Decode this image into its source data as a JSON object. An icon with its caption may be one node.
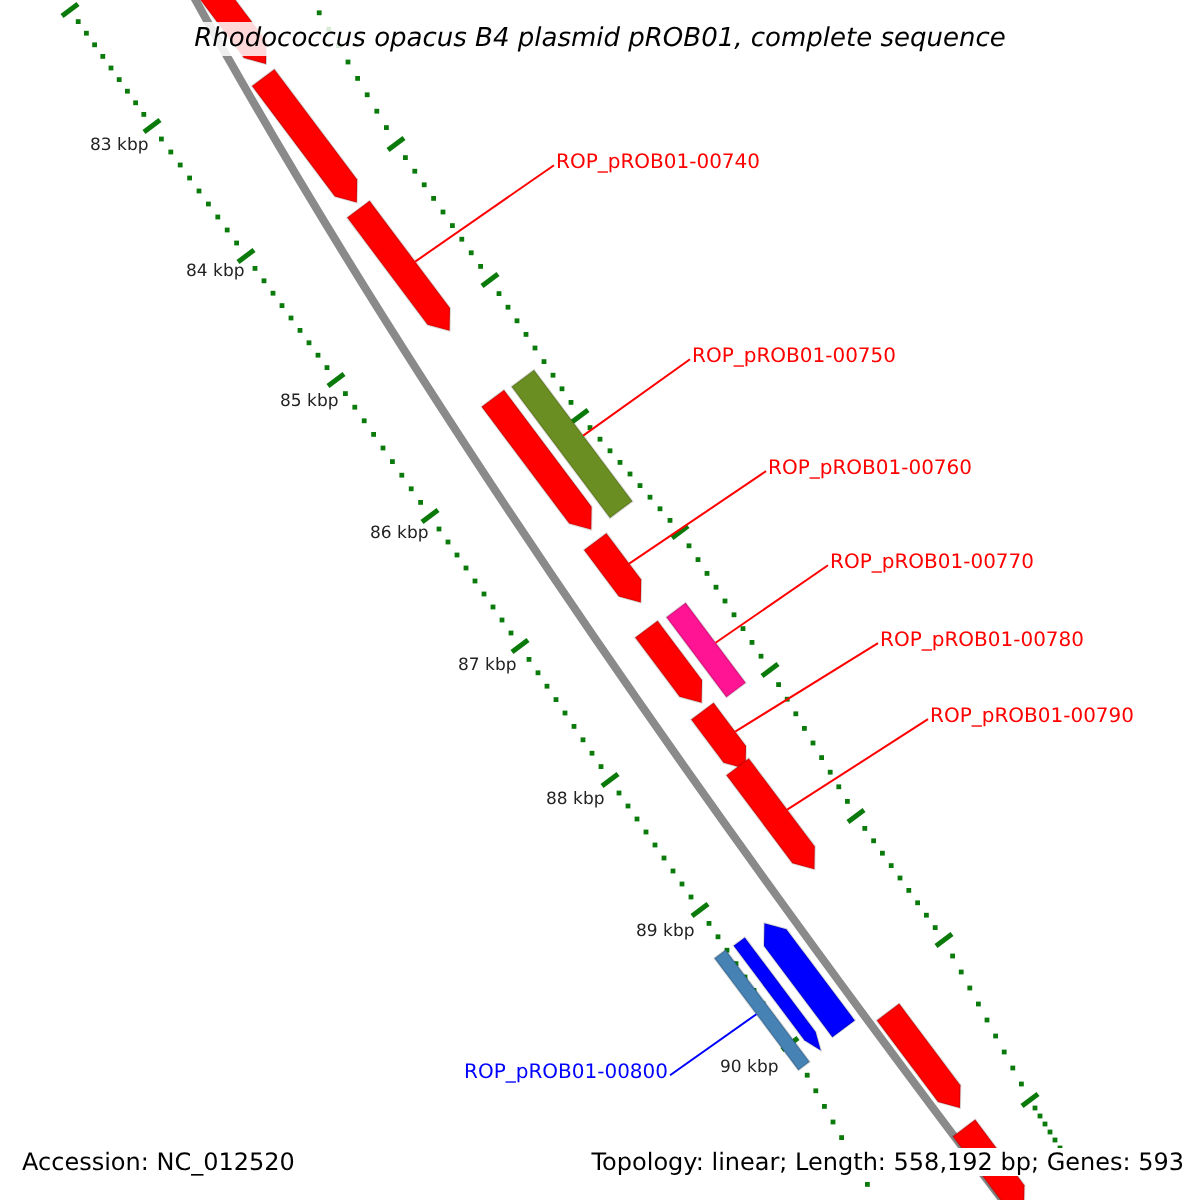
{
  "diagram": {
    "title": "Rhodococcus opacus B4 plasmid pROB01, complete sequence",
    "nodes": [
      {
        "text": [],
        "shape": "arrow"
      },
      {
        "text": [],
        "shape": "arrow"
      },
      {
        "text": [
          "ROP_pROB01-00740"
        ]
      },
      {
        "text": [],
        "shape": "arrow"
      },
      {
        "text": [
          "ROP_pROB01-00750"
        ]
      },
      {
        "text": [],
        "shape": "arrow"
      },
      {
        "text": [],
        "shape": "bar"
      },
      {
        "text": [
          "ROP_pROB01-00760"
        ]
      },
      {
        "text": [],
        "shape": "arrow"
      },
      {
        "text": [
          "ROP_pROB01-00770"
        ]
      },
      {
        "text": [],
        "shape": "bar"
      },
      {
        "text": [],
        "shape": "arrow"
      },
      {
        "text": [
          "ROP_pROB01-00780"
        ]
      },
      {
        "text": [],
        "shape": "arrow"
      },
      {
        "text": [
          "ROP_pROB01-00790"
        ]
      },
      {
        "text": [],
        "shape": "arrow"
      },
      {
        "text": [],
        "shape": "arrow"
      },
      {
        "text": [],
        "shape": "arrow"
      },
      {
        "text": [
          "ROP_pROB01-00800"
        ]
      },
      {
        "text": [],
        "shape": "bar"
      },
      {
        "text": [],
        "shape": "arrow"
      },
      {
        "text": [],
        "shape": "arrow"
      }
    ],
    "edges": [
      {
        "from": 2,
        "to": 3,
        "arrow": "none"
      },
      {
        "from": 4,
        "to": 6,
        "arrow": "none"
      },
      {
        "from": 7,
        "to": 8,
        "arrow": "none"
      },
      {
        "from": 9,
        "to": 10,
        "arrow": "none"
      },
      {
        "from": 12,
        "to": 13,
        "arrow": "none"
      },
      {
        "from": 14,
        "to": 15,
        "arrow": "none"
      },
      {
        "from": 18,
        "to": 19,
        "arrow": "none",
        "color": "#0000ff"
      }
    ],
    "labels": [
      "83 kbp",
      "84 kbp",
      "85 kbp",
      "86 kbp",
      "87 kbp",
      "88 kbp",
      "89 kbp",
      "90 kbp",
      "Accession: NC_012520",
      "Topology: linear; Length: 558,192 bp; Genes: 593"
    ]
  }
}
